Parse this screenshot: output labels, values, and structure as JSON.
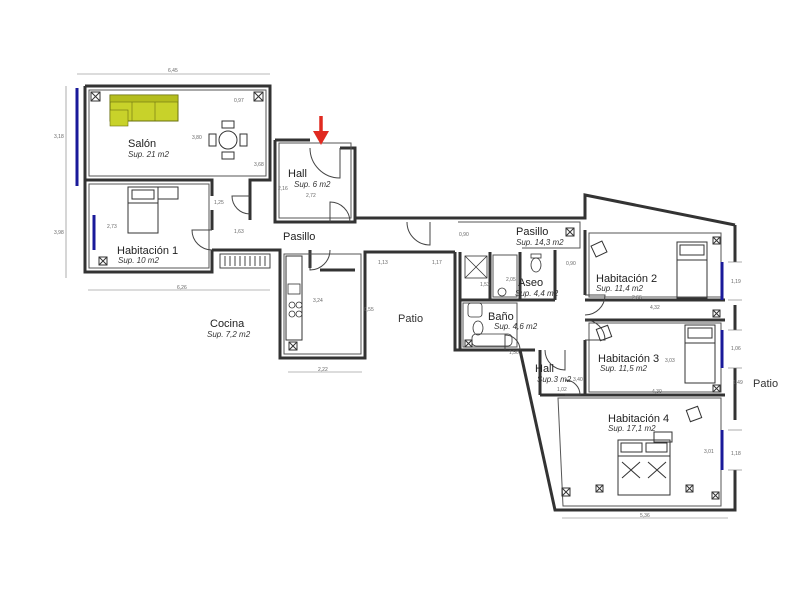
{
  "colors": {
    "wall": "#333333",
    "window": "#1a1a9a",
    "sofa": "#c8d22a",
    "entrance_arrow": "#e02a20"
  },
  "icons": [
    "entrance-arrow-icon",
    "sofa-icon",
    "dining-table-icon",
    "bed-icon",
    "double-bed-icon",
    "toilet-icon",
    "sink-icon",
    "shower-icon",
    "bathtub-icon",
    "stove-icon",
    "column-icon"
  ],
  "rooms": {
    "salon": {
      "name": "Salón",
      "sup": "Sup. 21 m2"
    },
    "hall1": {
      "name": "Hall",
      "sup": "Sup. 6 m2"
    },
    "hab1": {
      "name": "Habitación 1",
      "sup": "Sup. 10 m2"
    },
    "pasillo1": {
      "name": "Pasillo"
    },
    "cocina": {
      "name": "Cocina",
      "sup": "Sup. 7,2 m2"
    },
    "pasillo2": {
      "name": "Pasillo",
      "sup": "Sup. 14,3 m2"
    },
    "aseo": {
      "name": "Aseo",
      "sup": "Sup. 4,4 m2"
    },
    "bano": {
      "name": "Baño",
      "sup": "Sup. 4,6 m2"
    },
    "hab2": {
      "name": "Habitación 2",
      "sup": "Sup. 11,4 m2"
    },
    "hab3": {
      "name": "Habitación 3",
      "sup": "Sup. 11,5 m2"
    },
    "hall2": {
      "name": "Hall",
      "sup": "Sup.3 m2"
    },
    "hab4": {
      "name": "Habitación 4",
      "sup": "Sup. 17,1 m2"
    }
  },
  "patios": [
    "Patio",
    "Patio"
  ],
  "dimensions": [
    "6,45",
    "3,18",
    "3,98",
    "0,97",
    "3,80",
    "3,68",
    "2,16",
    "2,72",
    "1,25",
    "1,63",
    "2,73",
    "6,26",
    "3,24",
    "2,22",
    "1,17",
    "1,13",
    "0,90",
    "2,05",
    "1,53",
    "0,90",
    "2,66",
    "4,32",
    "1,19",
    "1,06",
    "3,01",
    "1,18",
    "1,50",
    "4,30",
    "3,40",
    "1,02",
    "3,03",
    "1,49",
    "5,36",
    "0,55"
  ]
}
